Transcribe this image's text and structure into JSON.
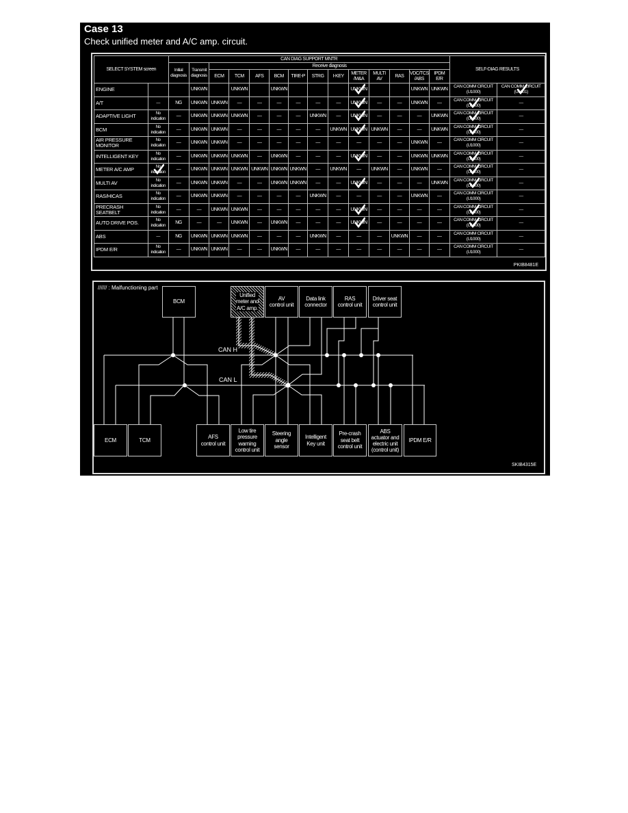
{
  "header": {
    "title": "Case 13",
    "subtitle": "Check unified meter and A/C amp. circuit."
  },
  "table": {
    "group_header": "CAN DIAG SUPPORT MNTR",
    "receive_header": "Receive diagnosis",
    "select_header": "SELECT SYSTEM screen",
    "initial_header": "Initial\ndiagnosis",
    "transmit_header": "Transmit\ndiagnosis",
    "receive_columns": [
      "ECM",
      "TCM",
      "AFS",
      "BCM",
      "TIRE-P",
      "STRG",
      "I-KEY",
      "METER\n/M&A",
      "MULTI\nAV",
      "RAS",
      "VDC/TCS\n/ABS",
      "IPDM\nE/R"
    ],
    "self_diag_header": "SELF-DIAG RESULTS",
    "rows": [
      {
        "cells": [
          "ENGINE",
          "",
          "",
          "UNKWN",
          "",
          "UNKWN",
          "",
          "UNKWN",
          "",
          "",
          "",
          "UNKWN",
          "",
          "",
          "UNKWN",
          "UNKWN",
          "CAN COMM CIRCUIT\n(U1000)",
          "CAN COMM CIRCUIT\n(U1001)"
        ],
        "checks": [
          11,
          17
        ]
      },
      {
        "cells": [
          "A/T",
          "—",
          "NG",
          "UNKWN",
          "UNKWN",
          "—",
          "—",
          "—",
          "—",
          "—",
          "—",
          "UNKWN",
          "—",
          "—",
          "UNKWN",
          "—",
          "CAN COMM CIRCUIT\n(U1000)",
          "—"
        ],
        "checks": [
          11,
          16
        ]
      },
      {
        "cells": [
          "ADAPTIVE LIGHT",
          "No\nindication",
          "—",
          "UNKWN",
          "UNKWN",
          "UNKWN",
          "—",
          "—",
          "—",
          "UNKWN",
          "—",
          "UNKWN",
          "—",
          "—",
          "—",
          "UNKWN",
          "CAN COMM CIRCUIT\n(U1000)",
          "—"
        ],
        "checks": [
          11,
          16
        ]
      },
      {
        "cells": [
          "BCM",
          "No\nindication",
          "—",
          "UNKWN",
          "UNKWN",
          "—",
          "—",
          "—",
          "—",
          "—",
          "UNKWN",
          "UNKWN",
          "UNKWN",
          "—",
          "—",
          "UNKWN",
          "CAN COMM CIRCUIT\n(U1000)",
          "—"
        ],
        "checks": [
          11,
          16
        ]
      },
      {
        "cells": [
          "AIR PRESSURE MONITOR",
          "No\nindication",
          "—",
          "UNKWN",
          "UNKWN",
          "—",
          "—",
          "—",
          "—",
          "—",
          "—",
          "—",
          "—",
          "—",
          "UNKWN",
          "—",
          "CAN COMM CIRCUIT\n(U1000)",
          "—"
        ],
        "checks": []
      },
      {
        "cells": [
          "INTELLIGENT KEY",
          "No\nindication",
          "—",
          "UNKWN",
          "UNKWN",
          "UNKWN",
          "—",
          "UNKWN",
          "—",
          "—",
          "—",
          "UNKWN",
          "—",
          "—",
          "UNKWN",
          "UNKWN",
          "CAN COMM CIRCUIT\n(U1000)",
          "—"
        ],
        "checks": [
          11,
          16
        ]
      },
      {
        "cells": [
          "METER A/C AMP",
          "No\nindication",
          "—",
          "UNKWN",
          "UNKWN",
          "UNKWN",
          "UNKWN",
          "UNKWN",
          "UNKWN",
          "—",
          "UNKWN",
          "—",
          "UNKWN",
          "—",
          "UNKWN",
          "—",
          "CAN COMM CIRCUIT\n(U1000)",
          "—"
        ],
        "checks": [
          1,
          16
        ]
      },
      {
        "cells": [
          "MULTI AV",
          "No\nindication",
          "—",
          "UNKWN",
          "UNKWN",
          "—",
          "—",
          "UNKWN",
          "UNKWN",
          "—",
          "—",
          "UNKWN",
          "—",
          "—",
          "—",
          "UNKWN",
          "CAN COMM CIRCUIT\n(U1000)",
          "—"
        ],
        "checks": [
          11,
          16
        ]
      },
      {
        "cells": [
          "RAS/HICAS",
          "No\nindication",
          "—",
          "UNKWN",
          "UNKWN",
          "—",
          "—",
          "—",
          "—",
          "UNKWN",
          "—",
          "—",
          "—",
          "—",
          "UNKWN",
          "—",
          "CAN COMM CIRCUIT\n(U1000)",
          "—"
        ],
        "checks": []
      },
      {
        "cells": [
          "PRECRASH SEATBELT",
          "No\nindication",
          "—",
          "—",
          "UNKWN",
          "UNKWN",
          "—",
          "—",
          "—",
          "—",
          "—",
          "UNKWN",
          "—",
          "—",
          "—",
          "—",
          "CAN COMM CIRCUIT\n(U1000)",
          "—"
        ],
        "checks": [
          11,
          16
        ]
      },
      {
        "cells": [
          "AUTO DRIVE POS.",
          "No\nindication",
          "NG",
          "—",
          "—",
          "UNKWN",
          "—",
          "UNKWN",
          "—",
          "—",
          "—",
          "UNKWN",
          "—",
          "—",
          "—",
          "—",
          "CAN COMM CIRCUIT\n(U1000)",
          "—"
        ],
        "checks": [
          11,
          16
        ]
      },
      {
        "cells": [
          "ABS",
          "—",
          "NG",
          "UNKWN",
          "UNKWN",
          "UNKWN",
          "—",
          "—",
          "—",
          "UNKWN",
          "—",
          "—",
          "—",
          "UNKWN",
          "—",
          "—",
          "CAN COMM CIRCUIT\n(U1000)",
          "—"
        ],
        "checks": []
      },
      {
        "cells": [
          "IPDM E/R",
          "No\nindication",
          "—",
          "UNKWN",
          "UNKWN",
          "—",
          "—",
          "UNKWN",
          "—",
          "—",
          "—",
          "—",
          "—",
          "—",
          "—",
          "—",
          "CAN COMM CIRCUIT\n(U1000)",
          "—"
        ],
        "checks": []
      }
    ],
    "figure_code": "PKIB8481E"
  },
  "diagram": {
    "legend": "////// : Malfunctioning part",
    "can_h": "CAN H",
    "can_l": "CAN L",
    "top_units": {
      "bcm": "BCM",
      "unified": "Unified\nmeter and\nA/C amp.",
      "av": "AV\ncontrol unit",
      "dlc": "Data link\nconnector",
      "ras": "RAS\ncontrol unit",
      "driver_seat": "Driver seat\ncontrol unit"
    },
    "bottom_units": {
      "ecm": "ECM",
      "tcm": "TCM",
      "afs": "AFS\ncontrol unit",
      "low_tire": "Low tire\npressure\nwarning\ncontrol unit",
      "steering": "Steering\nangle\nsensor",
      "ikey": "Intelligent\nKey unit",
      "precrash": "Pre-crash\nseat belt\ncontrol unit",
      "abs": "ABS\nactuator and\nelectric unit\n(control unit)",
      "ipdm": "IPDM E/R"
    },
    "figure_code": "SKIB4315E",
    "malfunction_unit": "unified"
  }
}
